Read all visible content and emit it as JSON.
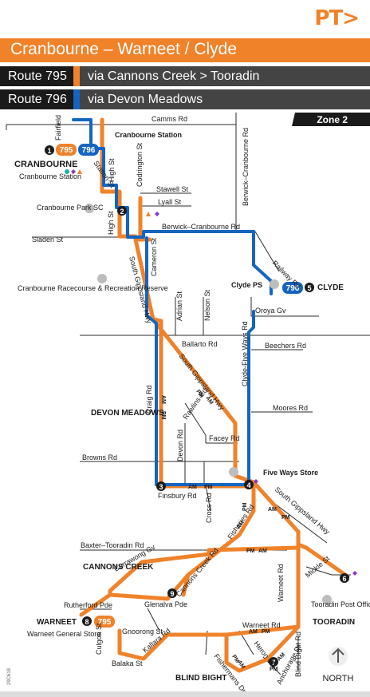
{
  "header": {
    "logo": "PT>"
  },
  "title": "Cranbourne – Warneet / Clyde",
  "routes": [
    {
      "name": "Route 795",
      "via": "via Cannons Creek > Tooradin",
      "color": "#f0822a"
    },
    {
      "name": "Route 796",
      "via": "via Devon Meadows",
      "color": "#1565c0"
    }
  ],
  "zone": "Zone 2",
  "colors": {
    "orange": "#f0822a",
    "blue": "#1565c0",
    "road": "#2b2b2b",
    "grey": "#bdbdbd",
    "teal": "#1bb3a9",
    "purple": "#8a3ab9"
  },
  "streets": {
    "camms": "Camms Rd",
    "fairfield": "Fairfield St",
    "station": "Station St",
    "high_n": "High St",
    "high_s": "High St",
    "codrington": "Codrington St",
    "berwick_cranbourne_rd_v": "Berwick–Cranbourne Rd",
    "stawell": "Stawell St",
    "lyall": "Lyall St",
    "berwick_cranbourne_rd_h": "Berwick–Cranbourne Rd",
    "sladen": "Sladen St",
    "south_gippsland_hwy": "South Gippsland Hwy",
    "cameron": "Cameron St",
    "railway": "Railway Rd",
    "adrian": "Adrian St",
    "nelson": "Nelson St",
    "oroya": "Oroya Gv",
    "ballarto": "Ballarto Rd",
    "south_gippsland_hwy2": "South Gippsland Hwy",
    "clyde_five_ways": "Clyde-Five Ways Rd",
    "beechers": "Beechers Rd",
    "craig": "Craig Rd",
    "rawlins": "Rawlins Rd",
    "moores": "Moores Rd",
    "devon": "Devon Rd",
    "facey": "Facey Rd",
    "browns": "Browns Rd",
    "finsbury": "Finsbury Rd",
    "cross": "Cross Rd",
    "south_gippsland_hwy3": "South Gippsland Hwy",
    "fisheries": "Fisheries Rd",
    "baxter_tooradin": "Baxter–Tooradin Rd",
    "currawong": "Currawong Gv",
    "cannons_creek_rd": "Cannons Creek Rd",
    "glenalva": "Glenalva Pde",
    "mickle": "Mickle St",
    "warneet_rd_v": "Warneet Rd",
    "rutherford": "Rutherford Pde",
    "gnoorong": "Gnoorong St",
    "kallara": "Kallara Rd",
    "culgoa": "Culgoa St",
    "balaka": "Balaka St",
    "warneet_rd_h": "Warneet Rd",
    "heron": "Heron Cl",
    "fishermans": "Fishermans Dr",
    "anchorage": "Anchorage Dr",
    "blind_bight_rd": "Blind Bight Rd"
  },
  "stops": {
    "s1": "1",
    "s2": "2",
    "s3": "3",
    "s4": "4",
    "s5": "5",
    "s6": "6",
    "s7": "7",
    "s8": "8",
    "s9": "9"
  },
  "places": {
    "cranbourne": "CRANBOURNE",
    "cranbourne_station_lbl": "Cranbourne Station",
    "cranbourne_station_top": "Cranbourne Station",
    "park_sc": "Cranbourne Park SC",
    "racecourse": "Cranbourne Racecourse & Recreation Reserve",
    "clyde_ps": "Clyde PS",
    "clyde": "CLYDE",
    "devon_meadows": "DEVON MEADOWS",
    "five_ways": "Five Ways Store",
    "cannons_creek": "CANNONS CREEK",
    "tooradin_po": "Tooradin Post Office",
    "tooradin": "TOORADIN",
    "warneet": "WARNEET",
    "warneet_gs": "Warneet General Store",
    "blind_bight": "BLIND BIGHT"
  },
  "badges": {
    "r795": "795",
    "r796": "796"
  },
  "time_tags": {
    "am": "AM",
    "pm": "PM"
  },
  "north": "NORTH",
  "code": "29C618"
}
